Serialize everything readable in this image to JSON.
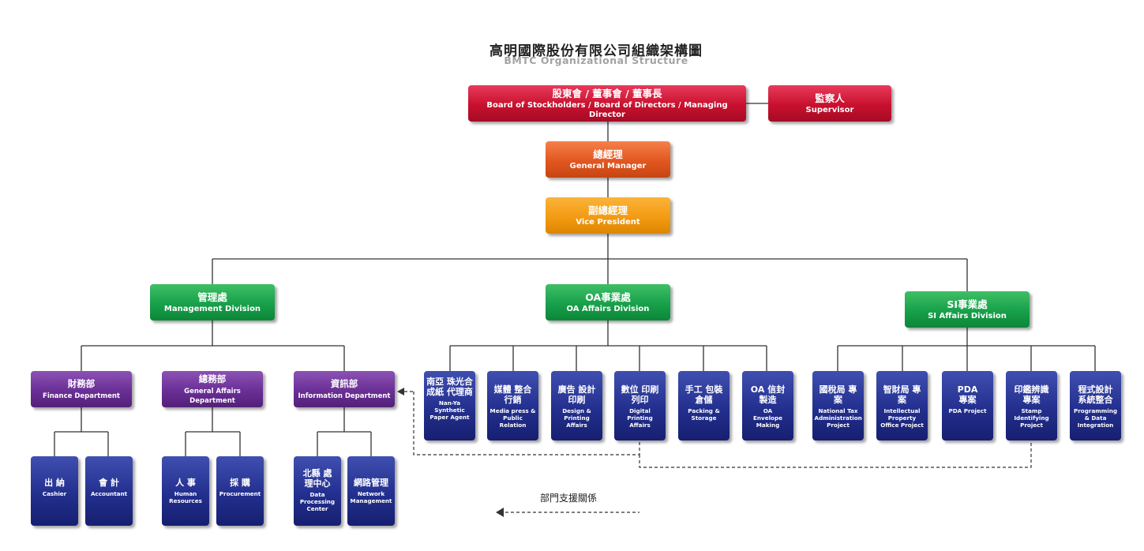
{
  "header": {
    "title": "高明國際股份有限公司組織架構圖",
    "subtitle": "BMTC Organizational Structure"
  },
  "colors": {
    "board": "#c8102e",
    "general_manager": "#e2561f",
    "vice_president": "#f39a12",
    "division": "#17a04a",
    "department": "#6a2f95",
    "unit": "#232f8e",
    "line": "#333333"
  },
  "nodes": {
    "board": {
      "zh": "股東會 / 董事會 / 董事長",
      "en": "Board of Stockholders / Board of Directors / Managing Director"
    },
    "supervisor": {
      "zh": "監察人",
      "en": "Supervisor"
    },
    "general_manager": {
      "zh": "總經理",
      "en": "General Manager"
    },
    "vice_president": {
      "zh": "副總經理",
      "en": "Vice President"
    },
    "management_division": {
      "zh": "管理處",
      "en": "Management Division"
    },
    "oa_division": {
      "zh": "OA事業處",
      "en": "OA Affairs Division"
    },
    "si_division": {
      "zh": "SI事業處",
      "en": "SI Affairs Division"
    },
    "finance": {
      "zh": "財務部",
      "en": "Finance Department"
    },
    "general_affairs": {
      "zh": "總務部",
      "en": "General Affairs Department"
    },
    "information": {
      "zh": "資訊部",
      "en": "Information Department"
    },
    "cashier": {
      "zh": "出 納",
      "en": "Cashier"
    },
    "accountant": {
      "zh": "會 計",
      "en": "Accountant"
    },
    "hr": {
      "zh": "人 事",
      "en": "Human Resources"
    },
    "procurement": {
      "zh": "採 購",
      "en": "Procurement"
    },
    "data_processing": {
      "zh": "北縣 處理中心",
      "en": "Data Processing Center"
    },
    "network": {
      "zh": "網路管理",
      "en": "Network Management"
    },
    "nanya": {
      "zh": "南亞 珠光合成紙 代理商",
      "en": "Nan-Ya Synthetic Paper Agent"
    },
    "media": {
      "zh": "媒體 整合行銷",
      "en": "Media press & Public Relation"
    },
    "design": {
      "zh": "廣告 設計印刷",
      "en": "Design & Printing Affairs"
    },
    "digital": {
      "zh": "數位 印刷列印",
      "en": "Digital Printing Affairs"
    },
    "packing": {
      "zh": "手工 包裝倉儲",
      "en": "Packing & Storage"
    },
    "envelope": {
      "zh": "OA 信封製造",
      "en": "OA Envelope Making"
    },
    "tax": {
      "zh": "國稅局 專案",
      "en": "National Tax Administration Project"
    },
    "ipo": {
      "zh": "智財局 專案",
      "en": "Intellectual Property Office Project"
    },
    "pda": {
      "zh": "PDA 專案",
      "en": "PDA Project"
    },
    "stamp": {
      "zh": "印鑑辨識 專案",
      "en": "Stamp Identifying Project"
    },
    "programming": {
      "zh": "程式設計 系統整合",
      "en": "Programming & Data Integration"
    }
  },
  "legend": {
    "label": "部門支援關係"
  }
}
